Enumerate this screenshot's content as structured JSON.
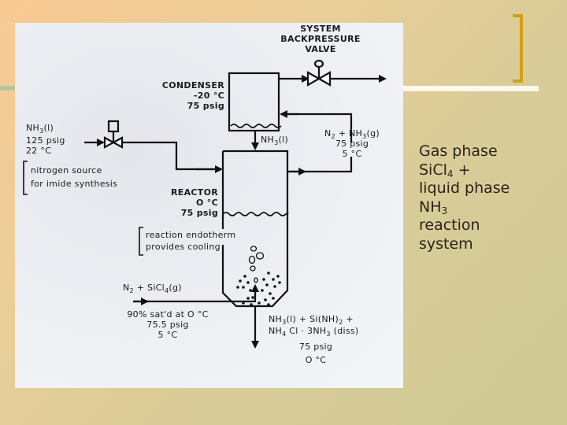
{
  "slide": {
    "background_gradient": [
      "#f9c993",
      "#cfca96"
    ],
    "accent_color": "#d4a017",
    "caption": {
      "line1": "Gas phase",
      "line2_main": "SiCl",
      "line2_sub": "4",
      "line2_tail": " +",
      "line3": "liquid phase",
      "line4_main": "NH",
      "line4_sub": "3",
      "line5": "reaction",
      "line6": "system"
    }
  },
  "diagram": {
    "valve_label": [
      "SYSTEM",
      "BACKPRESSURE",
      "VALVE"
    ],
    "condenser": {
      "name": "CONDENSER",
      "temp": "-20 °C",
      "pressure": "75 psig"
    },
    "feed_nh3": {
      "species_main": "NH",
      "species_sub": "3",
      "species_tail": "(l)",
      "pressure": "125 psig",
      "temp": "22 °C",
      "note": [
        "nitrogen source",
        "for imide synthesis"
      ]
    },
    "reflux": {
      "main": "NH",
      "sub": "3",
      "tail": "(l)"
    },
    "vent_gas": {
      "n2": "N",
      "n2_sub": "2",
      "plus": " + NH",
      "nh3_sub": "3",
      "tail": "(g)",
      "pressure": "75 psig",
      "temp": "5 °C"
    },
    "reactor": {
      "name": "REACTOR",
      "temp": "O °C",
      "pressure": "75 psig",
      "note": [
        "reaction endotherm",
        "provides cooling"
      ]
    },
    "feed_gas": {
      "n2": "N",
      "n2_sub": "2",
      "plus": " + SiCl",
      "sicl_sub": "4",
      "tail": "(g)",
      "saturation": "90% sat'd at O °C",
      "pressure": "75.5 psig",
      "temp": "5 °C"
    },
    "product": {
      "line1_a": "NH",
      "line1_a_sub": "3",
      "line1_b": "(l) + Si(NH)",
      "line1_b_sub": "2",
      "line1_c": " +",
      "line2_a": "NH",
      "line2_a_sub": "4",
      "line2_b": " Cl · 3NH",
      "line2_b_sub": "3",
      "line2_c": " (diss)",
      "pressure": "75 psig",
      "temp": "O °C"
    }
  }
}
